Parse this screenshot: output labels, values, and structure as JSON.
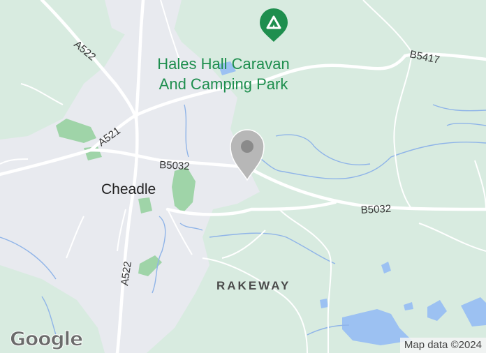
{
  "map": {
    "colors": {
      "rural": "#d8ebe0",
      "urban": "#e8eaef",
      "park": "#9fd4a8",
      "water": "#9cc1f2",
      "stream": "#8fb4e8",
      "road": "#ffffff",
      "poi": "#1e8e4e",
      "pin": "#b7b7b7"
    },
    "poi": {
      "label_line1": "Hales Hall Caravan",
      "label_line2": "And Camping Park",
      "icon": "campground-icon"
    },
    "pin_icon": "map-pin-icon",
    "town": "Cheadle",
    "area": "RAKEWAY",
    "roads": {
      "a522_north": "A522",
      "a521": "A521",
      "b5032_west": "B5032",
      "b5032_east": "B5032",
      "b5417": "B5417",
      "a522_south": "A522"
    }
  },
  "logo": "Google",
  "attribution": "Map data ©2024"
}
